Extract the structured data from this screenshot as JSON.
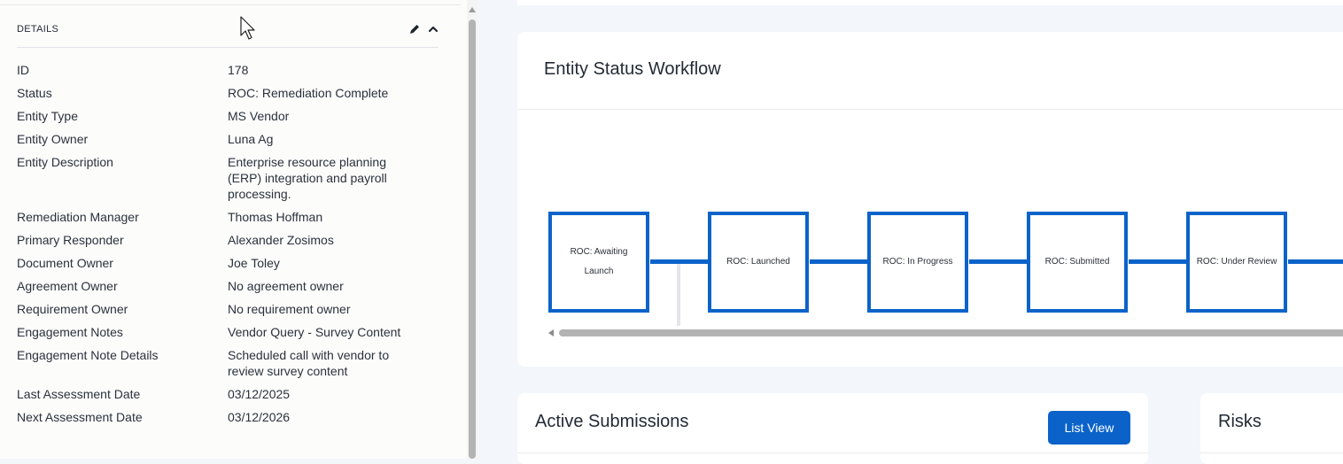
{
  "details": {
    "title": "DETAILS",
    "fields": [
      {
        "label": "ID",
        "value": "178"
      },
      {
        "label": "Status",
        "value": "ROC: Remediation Complete"
      },
      {
        "label": "Entity Type",
        "value": "MS Vendor"
      },
      {
        "label": "Entity Owner",
        "value": "Luna Ag"
      },
      {
        "label": "Entity Description",
        "value": "Enterprise resource planning (ERP) integration and payroll processing."
      },
      {
        "label": "Remediation Manager",
        "value": "Thomas Hoffman"
      },
      {
        "label": "Primary Responder",
        "value": "Alexander Zosimos"
      },
      {
        "label": "Document Owner",
        "value": "Joe Toley"
      },
      {
        "label": "Agreement Owner",
        "value": "No agreement owner"
      },
      {
        "label": "Requirement Owner",
        "value": "No requirement owner"
      },
      {
        "label": "Engagement Notes",
        "value": "Vendor Query - Survey Content"
      },
      {
        "label": "Engagement Note Details",
        "value": "Scheduled call with vendor to review survey content"
      },
      {
        "label": "Last Assessment Date",
        "value": "03/12/2025"
      },
      {
        "label": "Next Assessment Date",
        "value": "03/12/2026"
      }
    ],
    "icons": {
      "edit": "pencil-icon",
      "collapse": "chevron-up-icon"
    }
  },
  "workflow": {
    "title": "Entity Status Workflow",
    "steps": [
      "ROC: Awaiting Launch",
      "ROC: Launched",
      "ROC: In Progress",
      "ROC: Submitted",
      "ROC: Under Review"
    ]
  },
  "submissions": {
    "title": "Active Submissions",
    "list_view_label": "List View"
  },
  "risks": {
    "title": "Risks"
  },
  "colors": {
    "accent": "#0b63c9",
    "panel_bg": "#fcfcfb",
    "page_bg": "#f3f6fa"
  }
}
